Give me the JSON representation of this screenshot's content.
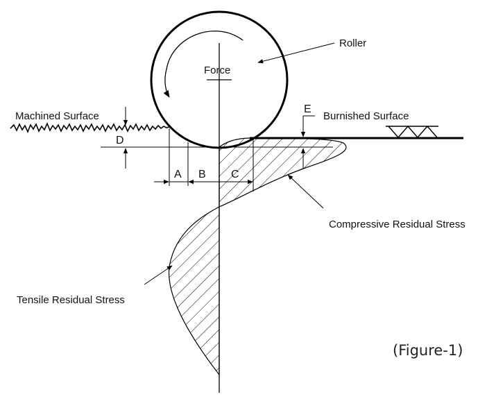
{
  "labels": {
    "roller": "Roller",
    "force": "Force",
    "machined_surface": "Machined Surface",
    "burnished_surface": "Burnished Surface",
    "compressive": "Compressive Residual Stress",
    "tensile": "Tensile Residual Stress",
    "caption": "(Figure-1)"
  },
  "dimensions": {
    "a": "A",
    "b": "B",
    "c": "C",
    "d": "D",
    "e": "E"
  }
}
